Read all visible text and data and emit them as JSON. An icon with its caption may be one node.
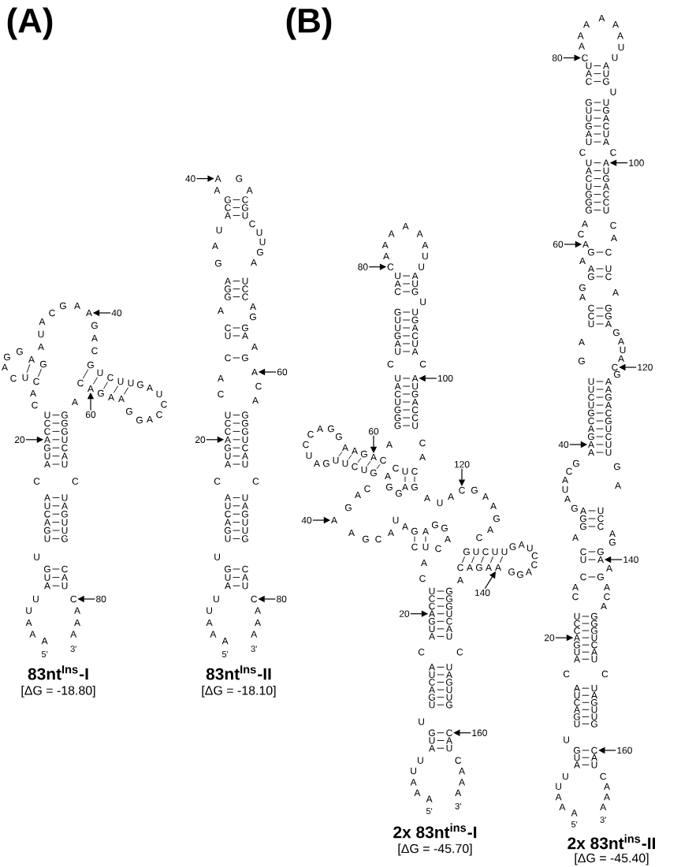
{
  "diagram": {
    "nodes": [
      {
        "text": [
          "40"
        ]
      },
      {
        "text": [
          "A"
        ]
      },
      {
        "text": [
          "60"
        ]
      },
      {
        "text": [
          "A"
        ]
      },
      {
        "text": [
          "20"
        ]
      },
      {
        "text": [
          "A"
        ]
      },
      {
        "text": [
          "80"
        ]
      },
      {
        "text": [
          "C"
        ]
      },
      {
        "text": [
          "40"
        ]
      },
      {
        "text": [
          "A"
        ]
      },
      {
        "text": [
          "60"
        ]
      },
      {
        "text": [
          "A"
        ]
      },
      {
        "text": [
          "20"
        ]
      },
      {
        "text": [
          "A"
        ]
      },
      {
        "text": [
          "80"
        ]
      },
      {
        "text": [
          "C"
        ]
      },
      {
        "text": [
          "80"
        ]
      },
      {
        "text": [
          "C"
        ]
      },
      {
        "text": [
          "100"
        ]
      },
      {
        "text": [
          "A"
        ]
      },
      {
        "text": [
          "60"
        ]
      },
      {
        "text": [
          "A"
        ]
      },
      {
        "text": [
          "120"
        ]
      },
      {
        "text": [
          "C"
        ]
      },
      {
        "text": [
          "40"
        ]
      },
      {
        "text": [
          "A"
        ]
      },
      {
        "text": [
          "140"
        ]
      },
      {
        "text": [
          "A"
        ]
      },
      {
        "text": [
          "20"
        ]
      },
      {
        "text": [
          "A"
        ]
      },
      {
        "text": [
          "160"
        ]
      },
      {
        "text": [
          "C"
        ]
      },
      {
        "text": [
          "80"
        ]
      },
      {
        "text": [
          "C"
        ]
      },
      {
        "text": [
          "100"
        ]
      },
      {
        "text": [
          "A"
        ]
      },
      {
        "text": [
          "60"
        ]
      },
      {
        "text": [
          "A"
        ]
      },
      {
        "text": [
          "120"
        ]
      },
      {
        "text": [
          "C"
        ]
      },
      {
        "text": [
          "40"
        ]
      },
      {
        "text": [
          "A"
        ]
      },
      {
        "text": [
          "140"
        ]
      },
      {
        "text": [
          "A"
        ]
      },
      {
        "text": [
          "20"
        ]
      },
      {
        "text": [
          "A"
        ]
      },
      {
        "text": [
          "160"
        ]
      },
      {
        "text": [
          "C"
        ]
      }
    ],
    "edges": [
      {
        "from": 0,
        "to": 1,
        "arrow": "to"
      },
      {
        "from": 2,
        "to": 3,
        "arrow": "to"
      },
      {
        "from": 4,
        "to": 5,
        "arrow": "to"
      },
      {
        "from": 6,
        "to": 7,
        "arrow": "to"
      },
      {
        "from": 8,
        "to": 9,
        "arrow": "to"
      },
      {
        "from": 10,
        "to": 11,
        "arrow": "to"
      },
      {
        "from": 12,
        "to": 13,
        "arrow": "to"
      },
      {
        "from": 14,
        "to": 15,
        "arrow": "to"
      },
      {
        "from": 16,
        "to": 17,
        "arrow": "to"
      },
      {
        "from": 18,
        "to": 19,
        "arrow": "to"
      },
      {
        "from": 20,
        "to": 21,
        "arrow": "to"
      },
      {
        "from": 22,
        "to": 23,
        "arrow": "to"
      },
      {
        "from": 24,
        "to": 25,
        "arrow": "to"
      },
      {
        "from": 26,
        "to": 27,
        "arrow": "to"
      },
      {
        "from": 28,
        "to": 29,
        "arrow": "to"
      },
      {
        "from": 30,
        "to": 31,
        "arrow": "to"
      },
      {
        "from": 32,
        "to": 33,
        "arrow": "to"
      },
      {
        "from": 34,
        "to": 35,
        "arrow": "to"
      },
      {
        "from": 36,
        "to": 37,
        "arrow": "to"
      },
      {
        "from": 38,
        "to": 39,
        "arrow": "to"
      },
      {
        "from": 40,
        "to": 41,
        "arrow": "to"
      },
      {
        "from": 42,
        "to": 43,
        "arrow": "to"
      },
      {
        "from": 44,
        "to": 45,
        "arrow": "to"
      },
      {
        "from": 46,
        "to": 47,
        "arrow": "to"
      }
    ],
    "labels": [
      "(A)",
      "5'",
      "A",
      "A",
      "A",
      "U",
      "U",
      "A",
      "U",
      "G",
      "U",
      "U",
      "G",
      "A",
      "C",
      "U",
      "A",
      "C",
      "A",
      "U",
      "G",
      "C",
      "C",
      "U",
      "C",
      "A",
      "C",
      "U",
      "C",
      "A",
      "G",
      "G",
      "A",
      "G",
      "A",
      "U",
      "A",
      "C",
      "G",
      "A",
      "G",
      "A",
      "C",
      "G",
      "U",
      "C",
      "U",
      "U",
      "G",
      "A",
      "U",
      "C",
      "C",
      "A",
      "G",
      "G",
      "A",
      "A",
      "G",
      "C",
      "A",
      "G",
      "G",
      "G",
      "U",
      "C",
      "A",
      "U",
      "C",
      "U",
      "A",
      "G",
      "U",
      "U",
      "G",
      "C",
      "A",
      "U",
      "A",
      "A",
      "A",
      "3'",
      "83nt$^{Ins}$-I",
      "[ΔG = -18.80]",
      "5'",
      "A",
      "A",
      "A",
      "U",
      "U",
      "A",
      "U",
      "G",
      "U",
      "U",
      "G",
      "A",
      "C",
      "U",
      "A",
      "C",
      "A",
      "U",
      "G",
      "C",
      "C",
      "U",
      "C",
      "A",
      "C",
      "U",
      "C",
      "A",
      "G",
      "G",
      "A",
      "G",
      "A",
      "U",
      "A",
      "C",
      "G",
      "A",
      "G",
      "A",
      "C",
      "G",
      "U",
      "C",
      "U",
      "U",
      "G",
      "A",
      "U",
      "C",
      "C",
      "A",
      "G",
      "G",
      "A",
      "A",
      "G",
      "C",
      "A",
      "G",
      "G",
      "G",
      "U",
      "C",
      "A",
      "U",
      "C",
      "U",
      "A",
      "G",
      "U",
      "U",
      "G",
      "C",
      "A",
      "U",
      "A",
      "A",
      "A",
      "3'",
      "83nt$^{Ins}$-II",
      "[ΔG = -18.10]",
      "(B)",
      "5'",
      "A",
      "A",
      "A",
      "U",
      "U",
      "A",
      "U",
      "G",
      "U",
      "U",
      "G",
      "A",
      "C",
      "U",
      "A",
      "C",
      "A",
      "U",
      "G",
      "C",
      "C",
      "U",
      "C",
      "A",
      "C",
      "U",
      "C",
      "A",
      "G",
      "G",
      "A",
      "G",
      "A",
      "U",
      "A",
      "C",
      "G",
      "A",
      "G",
      "A",
      "C",
      "G",
      "U",
      "C",
      "U",
      "U",
      "G",
      "A",
      "U",
      "C",
      "C",
      "A",
      "G",
      "G",
      "A",
      "A",
      "G",
      "C",
      "A",
      "G",
      "G",
      "G",
      "U",
      "C",
      "A",
      "U",
      "C",
      "U",
      "A",
      "G",
      "U",
      "U",
      "G",
      "C",
      "A",
      "U",
      "A",
      "A",
      "A",
      "A",
      "A",
      "A",
      "U",
      "U",
      "A",
      "U",
      "G",
      "U",
      "U",
      "G",
      "A",
      "C",
      "U",
      "A",
      "C",
      "U",
      "G",
      "A",
      "C",
      "C",
      "U",
      "C",
      "A",
      "C",
      "U",
      "C",
      "A",
      "G",
      "G",
      "A",
      "G",
      "A",
      "U",
      "A",
      "G",
      "A",
      "A",
      "G",
      "A",
      "C",
      "G",
      "U",
      "C",
      "U",
      "U",
      "G",
      "A",
      "U",
      "C",
      "C",
      "A",
      "G",
      "G",
      "A",
      "G",
      "A",
      "C",
      "A",
      "G",
      "G",
      "G",
      "U",
      "C",
      "A",
      "U",
      "C",
      "U",
      "A",
      "G",
      "U",
      "U",
      "G",
      "A",
      "U",
      "C",
      "A",
      "A",
      "A",
      "3'",
      "2x 83nt$^{ins}$-I",
      "[ΔG = -45.70]",
      "5'",
      "A",
      "A",
      "A",
      "U",
      "U",
      "A",
      "U",
      "G",
      "U",
      "U",
      "G",
      "A",
      "C",
      "U",
      "A",
      "C",
      "A",
      "U",
      "G",
      "C",
      "C",
      "U",
      "C",
      "A",
      "C",
      "U",
      "C",
      "A",
      "G",
      "G",
      "A",
      "G",
      "A",
      "U",
      "A",
      "C",
      "G",
      "A",
      "G",
      "A",
      "C",
      "G",
      "U",
      "C",
      "U",
      "U",
      "G",
      "A",
      "U",
      "C",
      "C",
      "A",
      "G",
      "G",
      "A",
      "A",
      "G",
      "C",
      "A",
      "G",
      "G",
      "G",
      "U",
      "C",
      "A",
      "U",
      "C",
      "U",
      "A",
      "G",
      "U",
      "U",
      "G",
      "C",
      "A",
      "U",
      "A",
      "A",
      "A",
      "A",
      "A",
      "A",
      "U",
      "U",
      "A",
      "U",
      "G",
      "U",
      "U",
      "G",
      "A",
      "C",
      "U",
      "A",
      "C",
      "U",
      "G",
      "A",
      "C",
      "C",
      "U",
      "C",
      "A",
      "C",
      "U",
      "C",
      "A",
      "G",
      "G",
      "A",
      "G",
      "A",
      "U",
      "A",
      "G",
      "A",
      "A",
      "G",
      "A",
      "C",
      "G",
      "U",
      "C",
      "U",
      "U",
      "G",
      "A",
      "U",
      "C",
      "C",
      "A",
      "G",
      "G",
      "A",
      "G",
      "A",
      "C",
      "A",
      "G",
      "G",
      "G",
      "U",
      "C",
      "A",
      "U",
      "C",
      "U",
      "A",
      "G",
      "U",
      "U",
      "G",
      "A",
      "U",
      "C",
      "A",
      "A",
      "A",
      "3'",
      "2x 83nt$^{ins}$-II",
      "[ΔG = -45.40]"
    ]
  }
}
